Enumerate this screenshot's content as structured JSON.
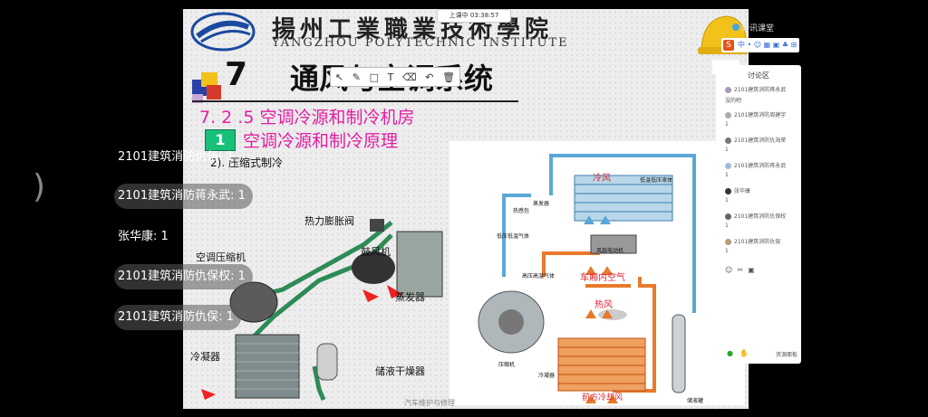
{
  "slide": {
    "school_cn": "揚州工業職業技術學院",
    "school_en": "YANGZHOU POLYTECHNIC INSTITUTE",
    "chapter_num": "7",
    "chapter_title": "通风与空调系统",
    "section": "7. 2 .5   空调冷源和制冷机房",
    "sub_num": "1",
    "sub_title": "空调冷源和制冷原理",
    "sub_sub": "2). 压缩式制冷",
    "timer": "上课中 03:38:57",
    "left_diagram": {
      "labels": {
        "expansion_valve": "热力膨胀阀",
        "compressor": "空调压缩机",
        "blower": "鼓风机",
        "evaporator": "蒸发器",
        "condenser": "冷凝器",
        "receiver": "储液干燥器"
      }
    },
    "right_diagram": {
      "labels": {
        "cold_air": "冷风",
        "cabin_air": "车厢内空气",
        "hot_air": "热风",
        "front_cooling_air": "前方冷却风",
        "low_temp_low_pressure": "低温低压液体",
        "evaporator": "蒸发器",
        "expansion": "热感包",
        "low_pressure_gas": "低压低温气体",
        "high_pressure_gas": "高压高温气体",
        "compressor": "压缩机",
        "condenser": "冷凝器",
        "receiver": "储液罐",
        "fan_motor": "风扇电动机"
      },
      "watermark": "汽车维护与修理"
    }
  },
  "chat": {
    "messages": [
      {
        "text": "2101建筑消防仇伍: 1"
      },
      {
        "text": "2101建筑消防蒋永武: 1"
      },
      {
        "text": "张华康: 1"
      },
      {
        "text": "2101建筑消防仇保权: 1"
      },
      {
        "text": "2101建筑消防仇俣: 1"
      }
    ]
  },
  "panel": {
    "brand": "腾讯课堂",
    "title": "讨论区",
    "items": [
      {
        "name": "2101建筑消防蒋永武",
        "text": "没的吧"
      },
      {
        "name": "2101建筑消防周建宇",
        "text": "1"
      },
      {
        "name": "2101建筑消防仇海荣",
        "text": "1"
      },
      {
        "name": "2101建筑消防蒋永武",
        "text": "1"
      },
      {
        "name": "张华康",
        "text": "1"
      },
      {
        "name": "2101建筑消防仇保权",
        "text": "1"
      },
      {
        "name": "2101建筑消防仇俣",
        "text": "1"
      }
    ],
    "bottom": "资源面板"
  },
  "colors": {
    "title_pink": "#e21fa4",
    "accent_green": "#19c07a",
    "pipe_green": "#2e8b57",
    "hot_orange": "#e87a2b",
    "cold_blue": "#5aa8d8"
  }
}
